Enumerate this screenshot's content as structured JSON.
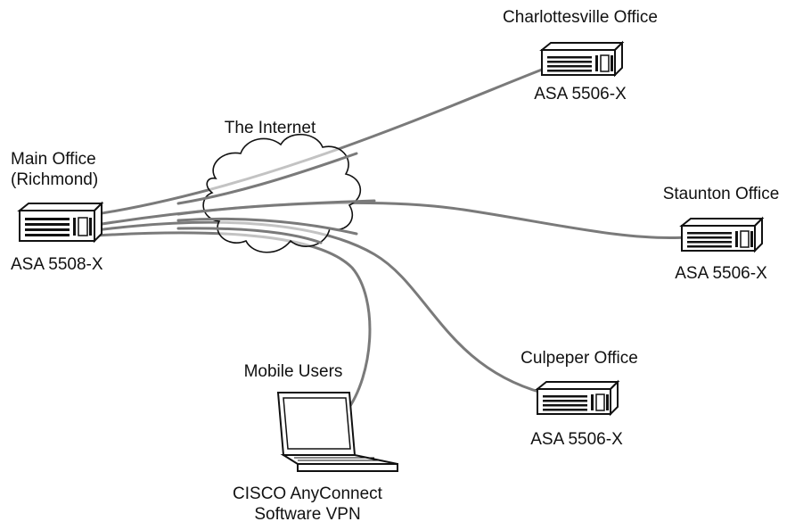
{
  "cloud_label": "The Internet",
  "nodes": {
    "main": {
      "name_line1": "Main Office",
      "name_line2": "(Richmond)",
      "model": "ASA 5508-X"
    },
    "charlottesville": {
      "name": "Charlottesville Office",
      "model": "ASA 5506-X"
    },
    "staunton": {
      "name": "Staunton Office",
      "model": "ASA 5506-X"
    },
    "culpeper": {
      "name": "Culpeper Office",
      "model": "ASA 5506-X"
    },
    "mobile": {
      "name": "Mobile Users",
      "client_line1": "CISCO AnyConnect",
      "client_line2": "Software VPN"
    }
  },
  "icons": {
    "firewall": "asa-firewall-icon",
    "laptop": "laptop-icon",
    "cloud": "cloud-icon"
  },
  "colors": {
    "link": "#7a7a7a",
    "device_outline": "#111111",
    "background": "#ffffff"
  }
}
